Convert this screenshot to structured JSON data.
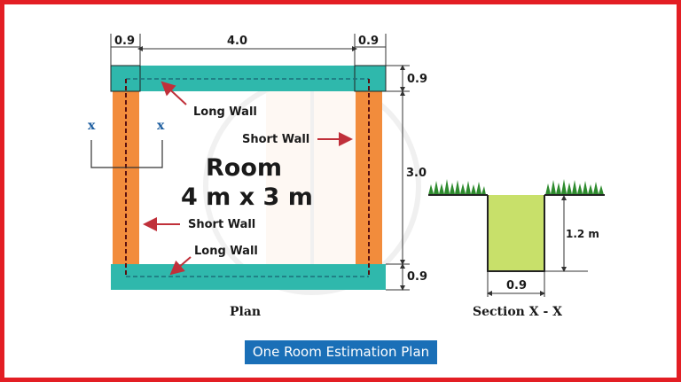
{
  "plan": {
    "title": "Plan",
    "room_label": "Room",
    "room_size": "4 m x 3 m",
    "labels": {
      "long_wall_top": "Long Wall",
      "short_wall_right": "Short Wall",
      "short_wall_left": "Short Wall",
      "long_wall_bottom": "Long Wall"
    },
    "dimensions": {
      "top_left_width": "0.9",
      "top_center_length": "4.0",
      "top_right_width": "0.9",
      "right_top_width": "0.9",
      "right_center_length": "3.0",
      "right_bottom_width": "0.9"
    },
    "section_markers": {
      "left": "x",
      "right": "x"
    }
  },
  "section": {
    "title": "Section X - X",
    "depth": "1.2 m",
    "width": "0.9"
  },
  "caption": "One Room Estimation Plan",
  "colors": {
    "border": "#e31e24",
    "long_wall": "#2fb8ac",
    "short_wall": "#f28c3c",
    "trench_fill": "#c8e06a",
    "grass": "#2e8b2e",
    "arrow": "#c0303a",
    "caption_bg": "#1a6fb7"
  }
}
